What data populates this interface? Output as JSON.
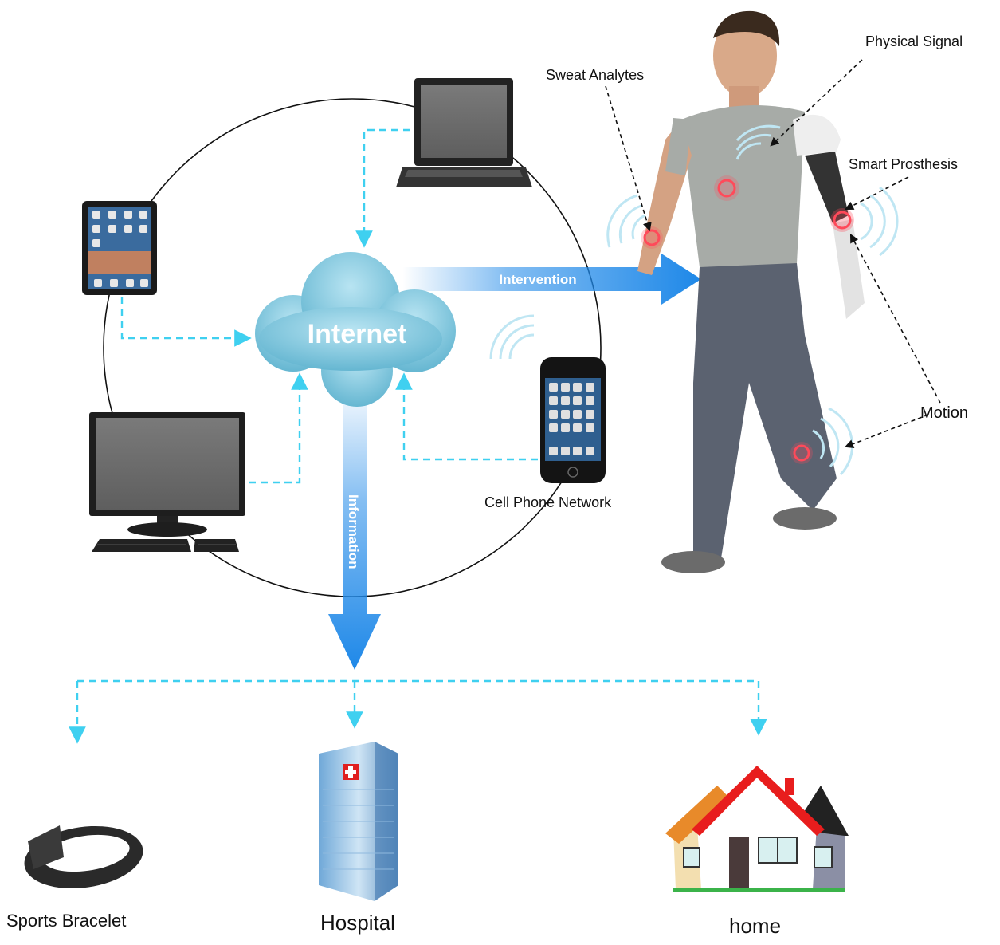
{
  "cloud": {
    "label": "Internet"
  },
  "flows": {
    "intervention": "Intervention",
    "information": "Information"
  },
  "devices": {
    "phone_label": "Cell Phone Network"
  },
  "body_labels": {
    "sweat": "Sweat Analytes",
    "physical": "Physical Signal",
    "prosthesis": "Smart Prosthesis",
    "motion": "Motion"
  },
  "destinations": {
    "bracelet": "Sports Bracelet",
    "hospital": "Hospital",
    "home": "home"
  },
  "colors": {
    "dashed": "#3fd0f0",
    "cloud": "#7cc6dc",
    "arrow": "#1e88e8",
    "signal_dot": "#ff4a5a"
  }
}
